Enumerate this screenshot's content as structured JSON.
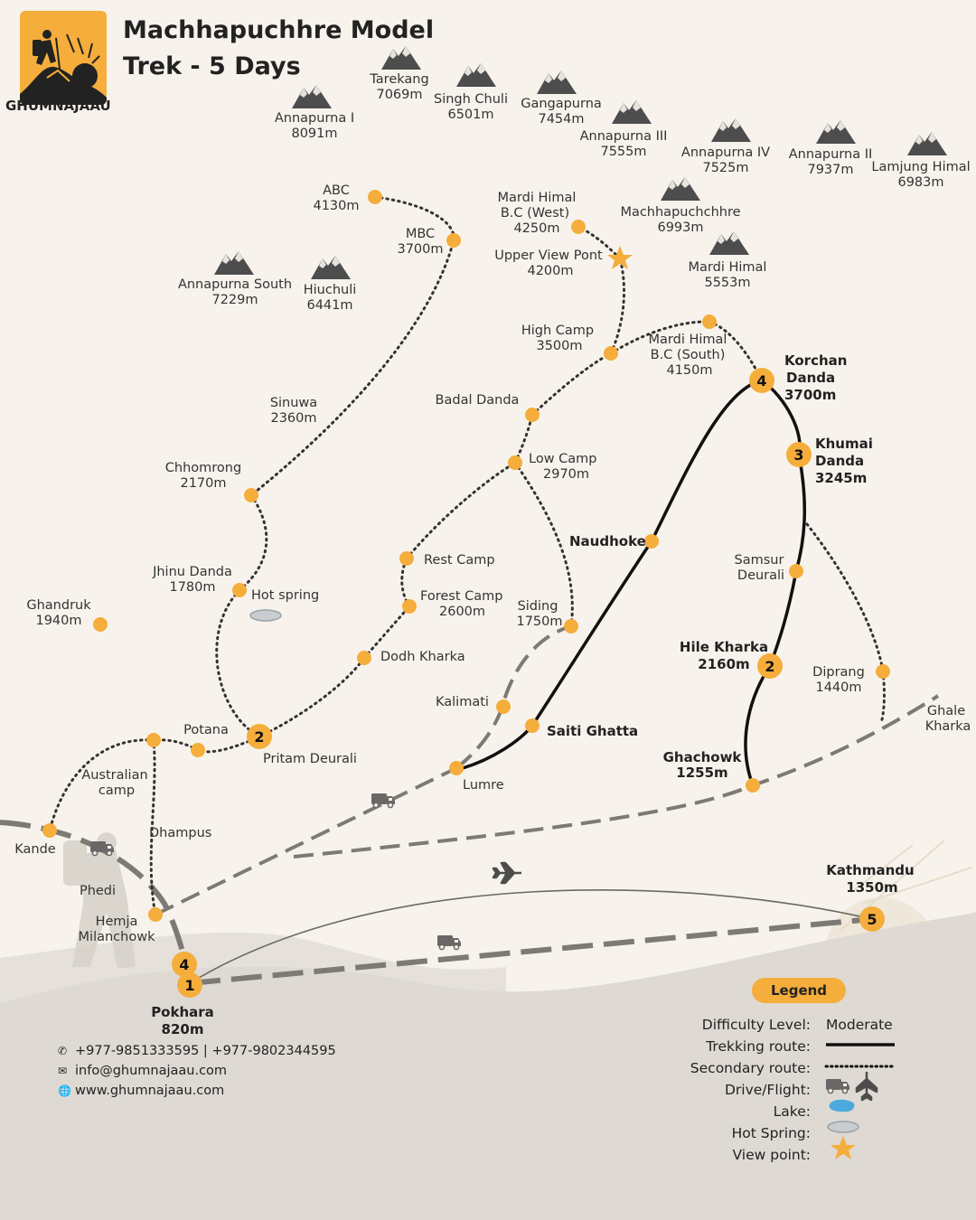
{
  "title": {
    "line1": "Machhapuchhre Model",
    "line2": "Trek - 5 Days"
  },
  "brand": {
    "name": "GHUMNAJAAU"
  },
  "colors": {
    "background": "#f7f3ec",
    "accent": "#f5ad3b",
    "route": "#111111",
    "road": "#7d7a76",
    "mountain": "#4d4d4d",
    "hill": "#dedad3"
  },
  "peaks": [
    {
      "name": "Annapurna I",
      "elev": "8091m"
    },
    {
      "name": "Tarekang",
      "elev": "7069m"
    },
    {
      "name": "Singh Chuli",
      "elev": "6501m"
    },
    {
      "name": "Gangapurna",
      "elev": "7454m"
    },
    {
      "name": "Annapurna III",
      "elev": "7555m"
    },
    {
      "name": "Annapurna IV",
      "elev": "7525m"
    },
    {
      "name": "Annapurna II",
      "elev": "7937m"
    },
    {
      "name": "Lamjung Himal",
      "elev": "6983m"
    },
    {
      "name": "Machhapuchchhre",
      "elev": "6993m"
    },
    {
      "name": "Mardi Himal",
      "elev": "5553m"
    },
    {
      "name": "Annapurna South",
      "elev": "7229m"
    },
    {
      "name": "Hiuchuli",
      "elev": "6441m"
    }
  ],
  "places": {
    "abc": {
      "name": "ABC",
      "elev": "4130m"
    },
    "mbc": {
      "name": "MBC",
      "elev": "3700m"
    },
    "sinuwa": {
      "name": "Sinuwa",
      "elev": "2360m"
    },
    "chhomrong": {
      "name": "Chhomrong",
      "elev": "2170m"
    },
    "jhinu": {
      "name": "Jhinu Danda",
      "elev": "1780m"
    },
    "hotspring": {
      "name": "Hot spring"
    },
    "ghandruk": {
      "name": "Ghandruk",
      "elev": "1940m"
    },
    "mardi_west": {
      "name1": "Mardi Himal",
      "name2": "B.C (West)",
      "elev": "4250m"
    },
    "upper_view": {
      "name": "Upper View Pont",
      "elev": "4200m"
    },
    "high_camp": {
      "name": "High Camp",
      "elev": "3500m"
    },
    "mardi_south": {
      "name1": "Mardi Himal",
      "name2": "B.C (South)",
      "elev": "4150m"
    },
    "badal": {
      "name": "Badal Danda"
    },
    "low_camp": {
      "name": "Low Camp",
      "elev": "2970m"
    },
    "rest_camp": {
      "name": "Rest Camp"
    },
    "forest_camp": {
      "name": "Forest Camp",
      "elev": "2600m"
    },
    "siding": {
      "name": "Siding",
      "elev": "1750m"
    },
    "dodh": {
      "name": "Dodh Kharka"
    },
    "kalimati": {
      "name": "Kalimati"
    },
    "lumre": {
      "name": "Lumre"
    },
    "saiti": {
      "name": "Saiti Ghatta"
    },
    "naudhoke": {
      "name": "Naudhoke"
    },
    "korchan": {
      "name1": "Korchan",
      "name2": "Danda",
      "elev": "3700m",
      "day": "4"
    },
    "khumai": {
      "name1": "Khumai",
      "name2": "Danda",
      "elev": "3245m",
      "day": "3"
    },
    "samsur": {
      "name1": "Samsur",
      "name2": "Deurali"
    },
    "hile": {
      "name": "Hile Kharka",
      "elev": "2160m",
      "day": "2"
    },
    "diprang": {
      "name": "Diprang",
      "elev": "1440m"
    },
    "ghale": {
      "name1": "Ghale",
      "name2": "Kharka"
    },
    "ghachowk": {
      "name": "Ghachowk",
      "elev": "1255m"
    },
    "potana": {
      "name": "Potana"
    },
    "pritam": {
      "name": "Pritam Deurali",
      "day": "2"
    },
    "australian": {
      "name1": "Australian",
      "name2": "camp"
    },
    "dhampus": {
      "name": "Dhampus"
    },
    "kande": {
      "name": "Kande"
    },
    "phedi": {
      "name": "Phedi"
    },
    "hemja": {
      "name1": "Hemja",
      "name2": "Milanchowk"
    },
    "pokhara": {
      "name": "Pokhara",
      "elev": "820m",
      "day_start": "1",
      "day_end": "4"
    },
    "kathmandu": {
      "name": "Kathmandu",
      "elev": "1350m",
      "day": "5"
    }
  },
  "contact": {
    "phone": "+977-9851333595 | +977-9802344595",
    "email": "info@ghumnajaau.com",
    "web": "www.ghumnajaau.com"
  },
  "legend": {
    "title": "Legend",
    "difficulty_label": "Difficulty Level:",
    "difficulty_value": "Moderate",
    "trekking": "Trekking route:",
    "secondary": "Secondary route:",
    "drive": "Drive/Flight:",
    "lake": "Lake:",
    "hot_spring": "Hot Spring:",
    "view_point": "View point:"
  }
}
